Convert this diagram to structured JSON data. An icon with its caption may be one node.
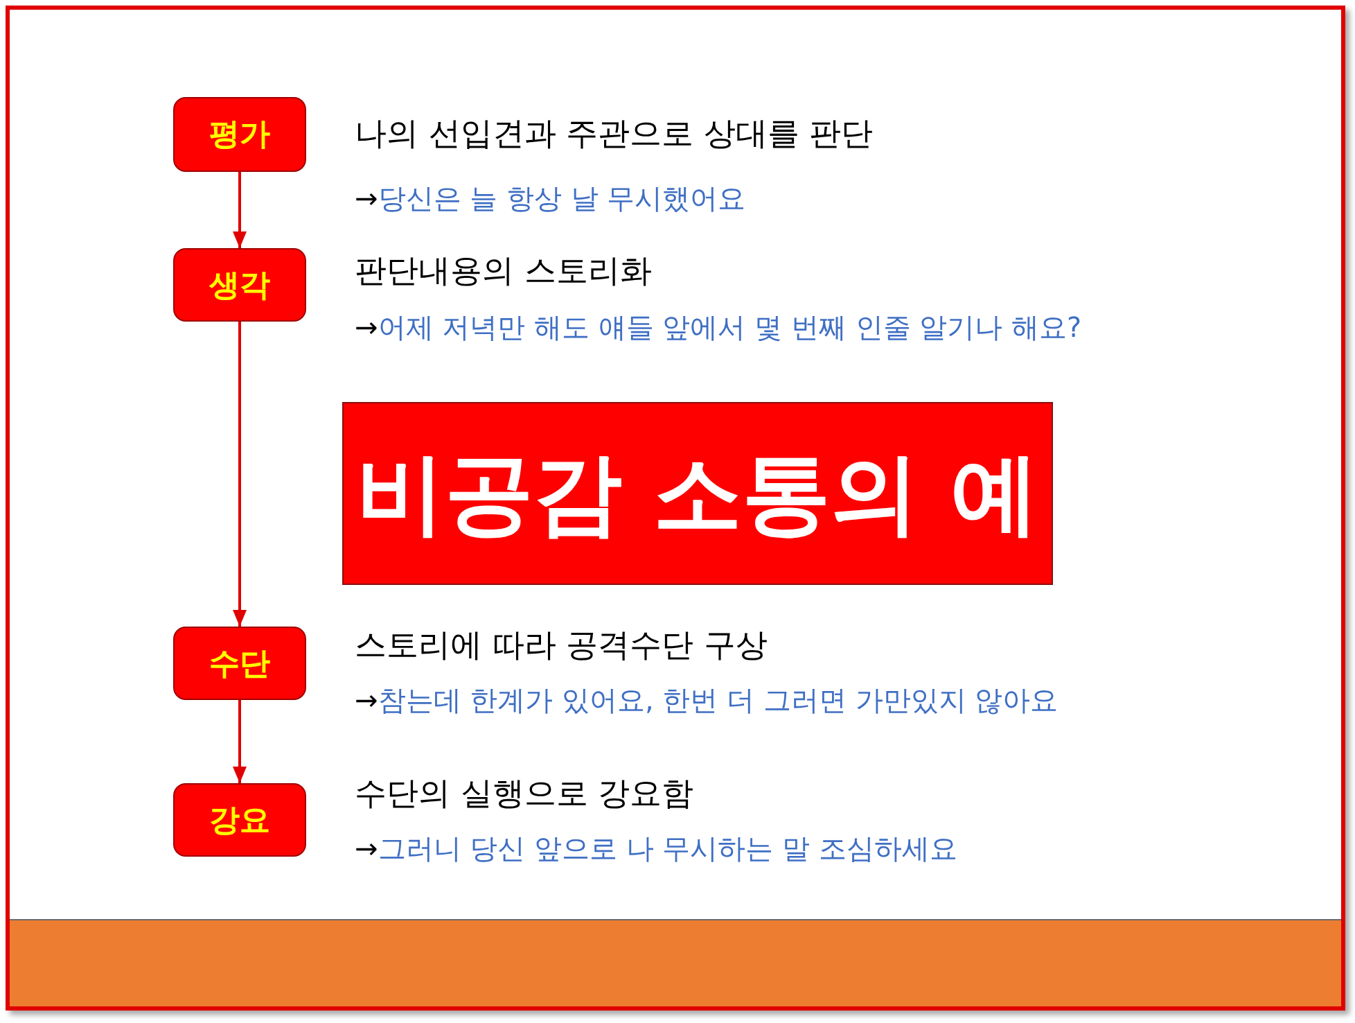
{
  "diagram": {
    "title": "비공감 소통의 예",
    "nodes": [
      {
        "text": [
          "평가"
        ],
        "beside": [
          "나의 선입견과 주관으로 상대를 판단",
          "→당신은 늘 항상 날 무시했어요"
        ]
      },
      {
        "text": [
          "생각"
        ],
        "beside": [
          "판단내용의 스토리화",
          "→어제 저녁만 해도 얘들 앞에서 몇 번째 인줄 알기나 해요?"
        ]
      },
      {
        "text": [
          "수단"
        ],
        "beside": [
          "스토리에 따라 공격수단 구상",
          "→참는데 한계가 있어요, 한번 더 그러면 가만있지 않아요"
        ]
      },
      {
        "text": [
          "강요"
        ],
        "beside": [
          "수단의 실행으로 강요함",
          "→그러니 당신 앞으로 나 무시하는 말 조심하세요"
        ]
      }
    ],
    "edges": [
      {
        "from": 0,
        "to": 1,
        "arrow": "to"
      },
      {
        "from": 1,
        "to": 2,
        "arrow": "to"
      },
      {
        "from": 2,
        "to": 3,
        "arrow": "to"
      }
    ]
  }
}
